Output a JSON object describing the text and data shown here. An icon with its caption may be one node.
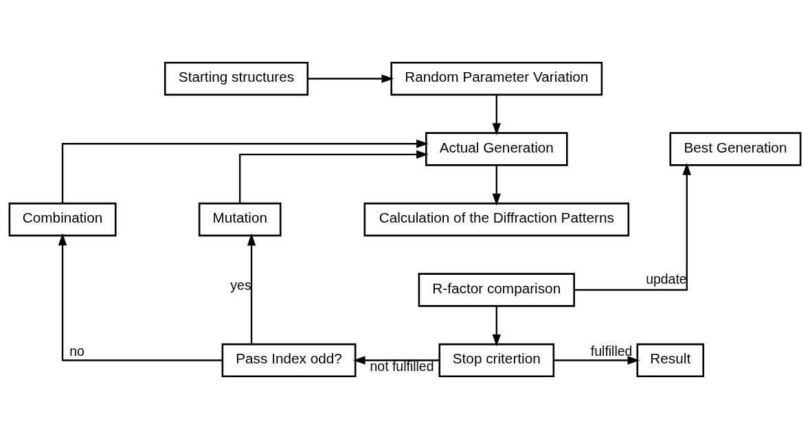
{
  "diagram": {
    "nodes": [
      {
        "text": [
          "Starting structures"
        ]
      },
      {
        "text": [
          "Random Parameter Variation"
        ]
      },
      {
        "text": [
          "Actual Generation"
        ]
      },
      {
        "text": [
          "Best Generation"
        ]
      },
      {
        "text": [
          "Combination"
        ]
      },
      {
        "text": [
          "Mutation"
        ]
      },
      {
        "text": [
          "Calculation of the Diffraction Patterns"
        ]
      },
      {
        "text": [
          "R-factor comparison"
        ]
      },
      {
        "text": [
          "Pass Index odd?"
        ]
      },
      {
        "text": [
          "Stop critertion"
        ]
      },
      {
        "text": [
          "Result"
        ]
      }
    ],
    "edges": [
      {
        "from": 0,
        "to": 1,
        "arrow": "to"
      },
      {
        "from": 1,
        "to": 2,
        "arrow": "to"
      },
      {
        "from": 2,
        "to": 6,
        "arrow": "to"
      },
      {
        "from": 7,
        "to": 3,
        "arrow": "to",
        "label": "update"
      },
      {
        "from": 7,
        "to": 9,
        "arrow": "to"
      },
      {
        "from": 9,
        "to": 8,
        "arrow": "to",
        "label": "not fulfilled"
      },
      {
        "from": 9,
        "to": 10,
        "arrow": "to",
        "label": "fulfilled"
      },
      {
        "from": 8,
        "to": 4,
        "arrow": "to",
        "label": "no"
      },
      {
        "from": 8,
        "to": 5,
        "arrow": "to",
        "label": "yes"
      },
      {
        "from": 4,
        "to": 2,
        "arrow": "to"
      },
      {
        "from": 5,
        "to": 2,
        "arrow": "to"
      }
    ]
  }
}
